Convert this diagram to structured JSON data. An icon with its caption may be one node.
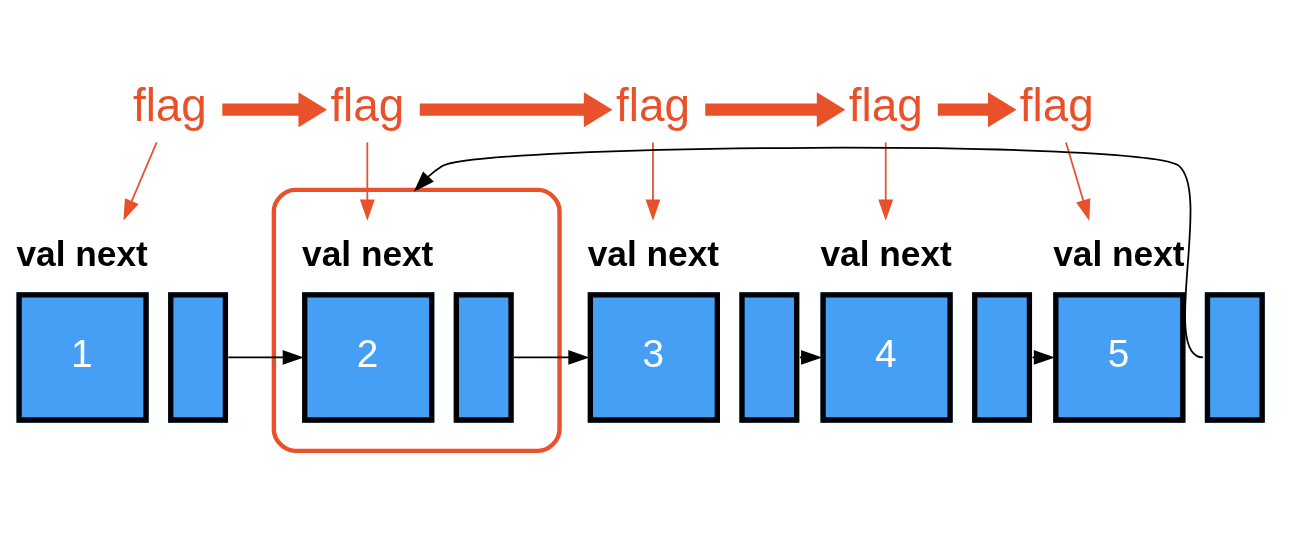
{
  "diagram": {
    "nodes": [
      {
        "text": [
          "flag"
        ]
      },
      {
        "text": [
          "flag"
        ]
      },
      {
        "text": [
          "flag"
        ]
      },
      {
        "text": [
          "flag"
        ]
      },
      {
        "text": [
          "flag"
        ]
      },
      {
        "text": [
          "1"
        ],
        "beside": [
          "val next"
        ]
      },
      {
        "text": [],
        "shape": "box"
      },
      {
        "text": [],
        "shape": "box"
      },
      {
        "text": [
          "2"
        ],
        "beside": [
          "val next"
        ],
        "in": 7
      },
      {
        "text": [],
        "shape": "box",
        "in": 7
      },
      {
        "text": [
          "3"
        ],
        "beside": [
          "val next"
        ]
      },
      {
        "text": [],
        "shape": "box"
      },
      {
        "text": [
          "4"
        ],
        "beside": [
          "val next"
        ]
      },
      {
        "text": [],
        "shape": "box"
      },
      {
        "text": [
          "5"
        ],
        "beside": [
          "val next"
        ]
      },
      {
        "text": [],
        "shape": "box"
      }
    ],
    "edges": [
      {
        "from": 0,
        "to": 5,
        "arrow": "to",
        "color": "#e8512a"
      },
      {
        "from": 0,
        "to": 1,
        "arrow": "to",
        "style": "thick",
        "color": "#e8512a"
      },
      {
        "from": 1,
        "to": 8,
        "arrow": "to",
        "color": "#e8512a"
      },
      {
        "from": 1,
        "to": 2,
        "arrow": "to",
        "style": "thick",
        "color": "#e8512a"
      },
      {
        "from": 2,
        "to": 10,
        "arrow": "to",
        "color": "#e8512a"
      },
      {
        "from": 2,
        "to": 3,
        "arrow": "to",
        "style": "thick",
        "color": "#e8512a"
      },
      {
        "from": 3,
        "to": 12,
        "arrow": "to",
        "color": "#e8512a"
      },
      {
        "from": 3,
        "to": 4,
        "arrow": "to",
        "style": "thick",
        "color": "#e8512a"
      },
      {
        "from": 4,
        "to": 14,
        "arrow": "to",
        "color": "#e8512a"
      },
      {
        "from": 6,
        "to": 8,
        "arrow": "to",
        "color": "#000000"
      },
      {
        "from": 9,
        "to": 10,
        "arrow": "to",
        "color": "#000000"
      },
      {
        "from": 11,
        "to": 12,
        "arrow": "to",
        "color": "#000000"
      },
      {
        "from": 13,
        "to": 14,
        "arrow": "to",
        "color": "#000000"
      },
      {
        "from": 15,
        "to": 7,
        "arrow": "to",
        "color": "#000000"
      }
    ]
  }
}
